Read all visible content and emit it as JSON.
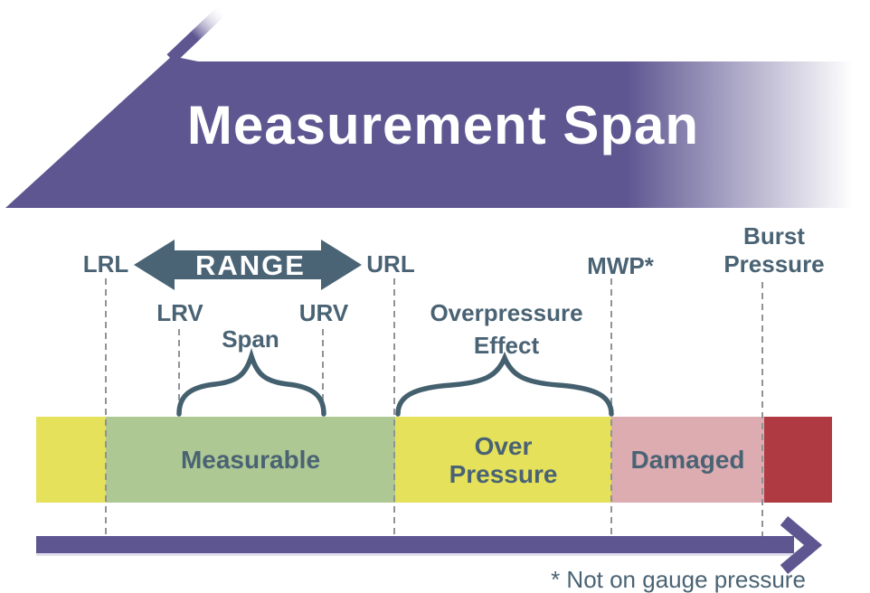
{
  "banner": {
    "title": "Measurement Span"
  },
  "range_arrow": {
    "label": "RANGE"
  },
  "axis_labels": {
    "lrl": "LRL",
    "lrv": "LRV",
    "urv": "URV",
    "url": "URL",
    "mwp": "MWP*",
    "burst_line1": "Burst",
    "burst_line2": "Pressure"
  },
  "braces": {
    "span_label": "Span",
    "overpressure_line1": "Overpressure",
    "overpressure_line2": "Effect"
  },
  "band": {
    "measurable_label": "Measurable",
    "overpressure_line1": "Over",
    "overpressure_line2": "Pressure",
    "damaged_label": "Damaged"
  },
  "footnote": "* Not on gauge pressure",
  "colors": {
    "banner_purple": "#5e5691",
    "label_slate": "#4a6374",
    "range_arrow_fill": "#4a6476",
    "brace_stroke": "#44606f",
    "band_yellow": "#e5e15b",
    "band_green": "#aec893",
    "band_pink": "#dcacb1",
    "band_red": "#b03a42",
    "dashed_line_gray": "#8f9398"
  }
}
